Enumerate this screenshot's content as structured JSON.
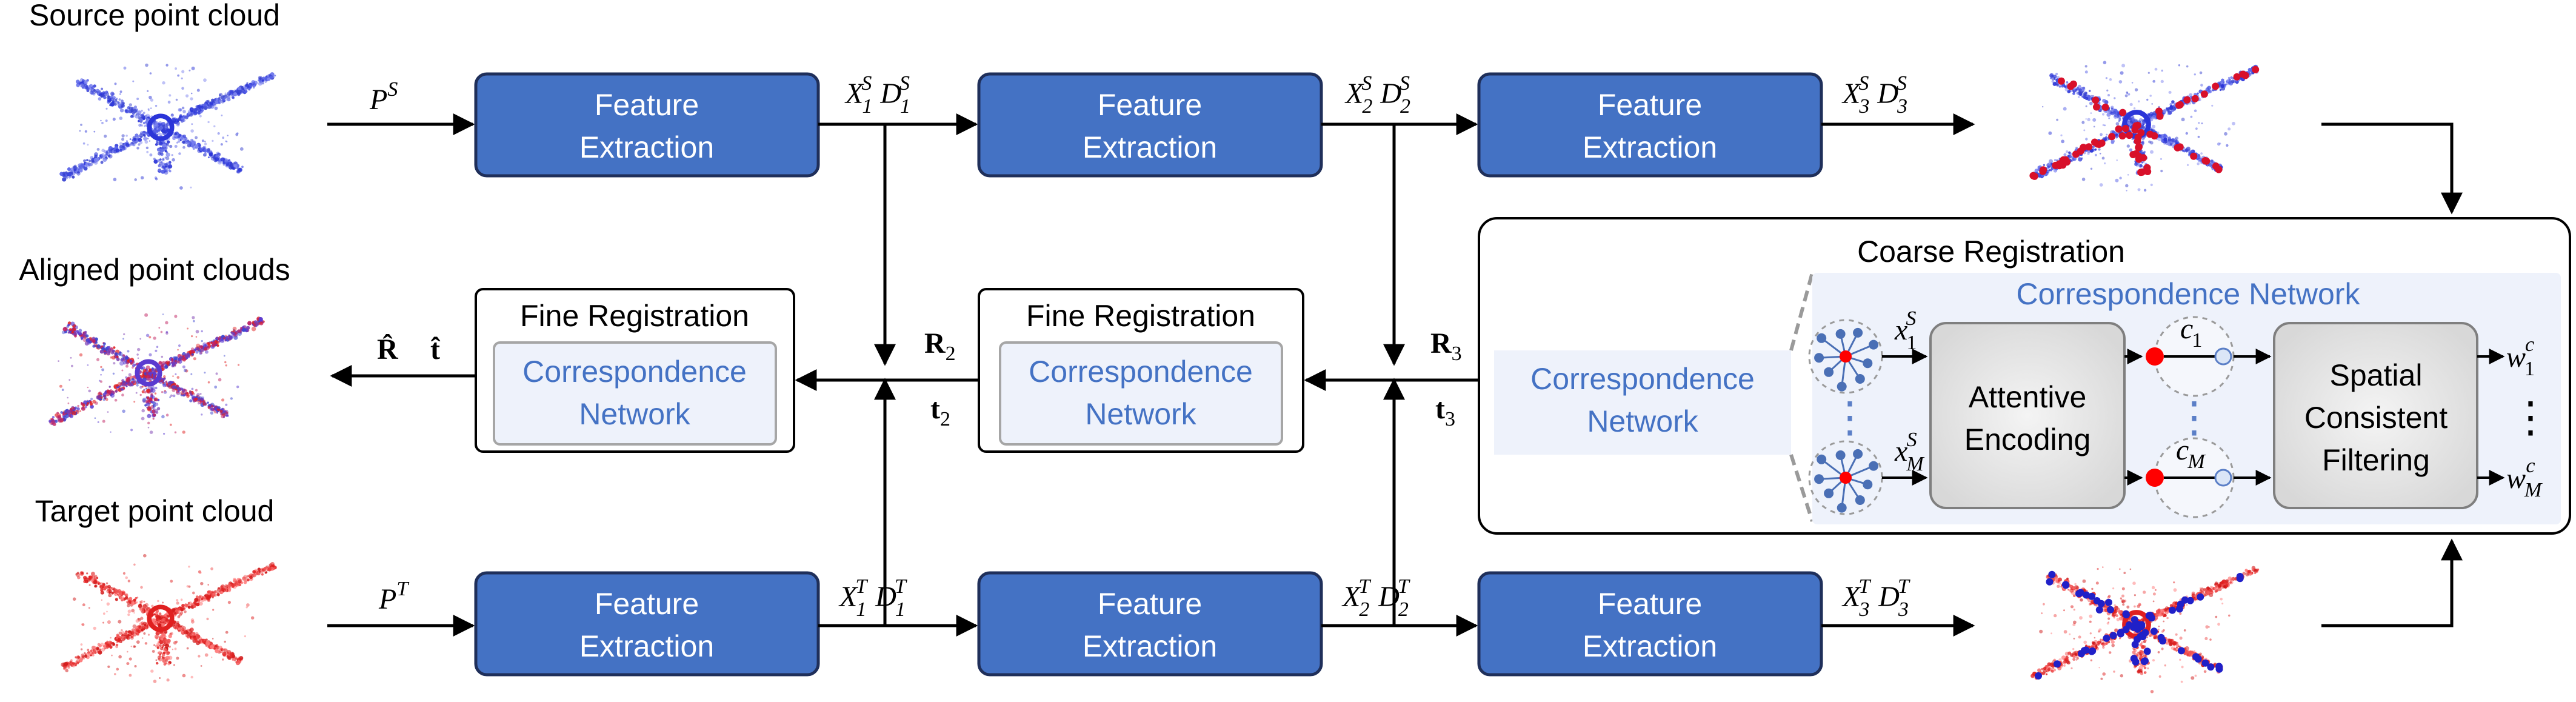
{
  "labels": {
    "source_title": "Source point cloud",
    "aligned_title": "Aligned point clouds",
    "target_title": "Target point cloud"
  },
  "feature_extraction": {
    "line1": "Feature",
    "line2": "Extraction"
  },
  "fine_registration": {
    "title": "Fine Registration",
    "inner_line1": "Correspondence",
    "inner_line2": "Network"
  },
  "coarse_registration": {
    "title": "Coarse Registration",
    "correspondence_network_title": "Correspondence Network",
    "left_box_line1": "Correspondence",
    "left_box_line2": "Network",
    "attentive_line1": "Attentive",
    "attentive_line2": "Encoding",
    "spatial_line1": "Spatial",
    "spatial_line2": "Consistent",
    "spatial_line3": "Filtering"
  },
  "math": {
    "P": "P",
    "X": "X",
    "D": "D",
    "S": "S",
    "T": "T",
    "R": "R",
    "t": "t",
    "R_hat": "R̂",
    "t_hat": "t̂",
    "x": "x",
    "c": "c",
    "w": "w",
    "M": "M",
    "sub1": "1",
    "sub2": "2",
    "sub3": "3",
    "vdots": "⋮"
  },
  "colors": {
    "fe_fill": "#4472c4",
    "fe_stroke": "#1f2f5a",
    "corr_fill": "#eef2fb",
    "gray_box": "#eaeaea",
    "red_node": "#ff0000",
    "source_cloud": "#2b35d8",
    "target_cloud": "#e02020"
  }
}
